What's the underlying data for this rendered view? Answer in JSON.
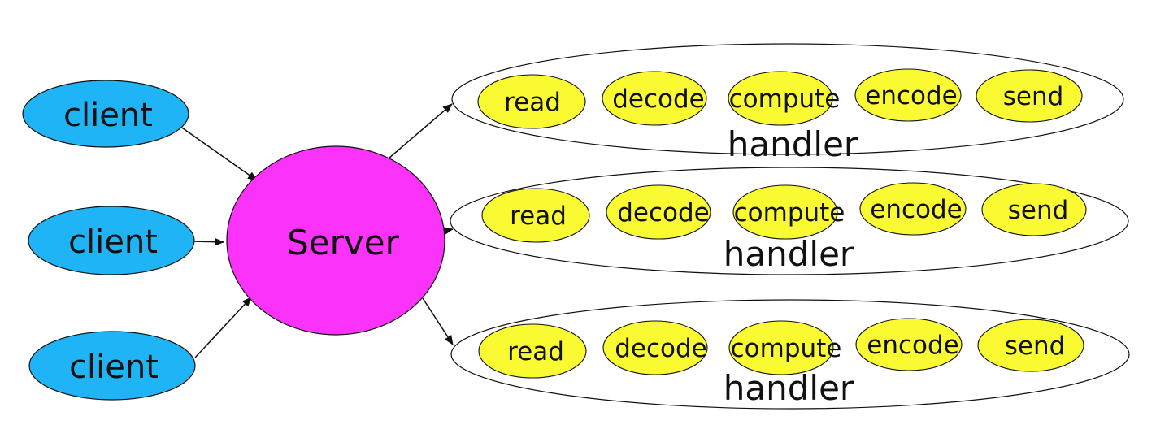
{
  "colors": {
    "client_fill": "#1eb4f5",
    "server_fill": "#fa32fa",
    "step_fill": "#fafa32",
    "outline": "#111111",
    "background": "#ffffff"
  },
  "clients": [
    {
      "label": "client"
    },
    {
      "label": "client"
    },
    {
      "label": "client"
    }
  ],
  "server": {
    "label": "Server"
  },
  "handlers": [
    {
      "label": "handler",
      "steps": [
        "read",
        "decode",
        "compute",
        "encode",
        "send"
      ]
    },
    {
      "label": "handler",
      "steps": [
        "read",
        "decode",
        "compute",
        "encode",
        "send"
      ]
    },
    {
      "label": "handler",
      "steps": [
        "read",
        "decode",
        "compute",
        "encode",
        "send"
      ]
    }
  ]
}
